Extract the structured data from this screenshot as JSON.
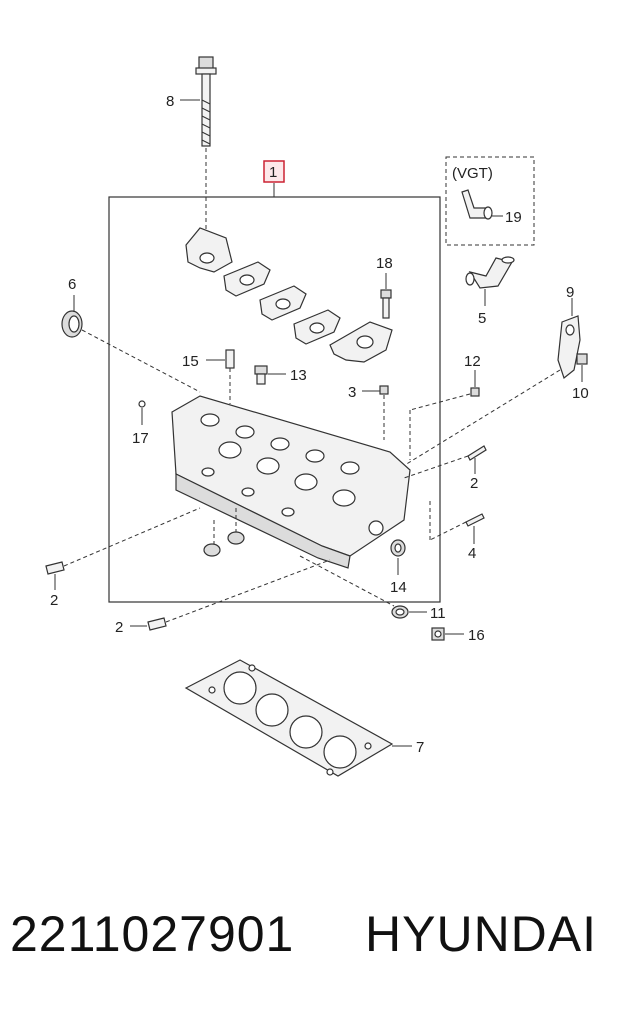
{
  "labels": {
    "p1": "1",
    "p2a": "2",
    "p2b": "2",
    "p2c": "2",
    "p3": "3",
    "p4": "4",
    "p5": "5",
    "p6": "6",
    "p7": "7",
    "p8": "8",
    "p9": "9",
    "p10": "10",
    "p11": "11",
    "p12": "12",
    "p13": "13",
    "p14": "14",
    "p15": "15",
    "p16": "16",
    "p17": "17",
    "p18": "18",
    "p19": "19",
    "vgt": "(VGT)"
  },
  "footer": {
    "part_number": "2211027901",
    "brand": "HYUNDAI"
  },
  "colors": {
    "highlight_box": "#cc2233",
    "lines": "#333333"
  }
}
